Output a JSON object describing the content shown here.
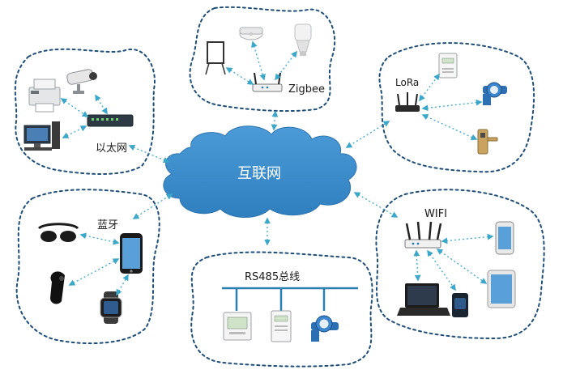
{
  "center": {
    "label": "互联网"
  },
  "groups": {
    "ethernet": {
      "label": "以太网"
    },
    "zigbee": {
      "label": "Zigbee"
    },
    "lora": {
      "label": "LoRa"
    },
    "bluetooth": {
      "label": "蓝牙"
    },
    "rs485": {
      "label": "RS485总线"
    },
    "wifi": {
      "label": "WIFI"
    }
  },
  "colors": {
    "cloud": "#3f8fcf",
    "cloud_edge": "#2f76b1",
    "outline": "#1f4e79",
    "link": "#3ba7c9"
  },
  "icons": {
    "ethernet": [
      "printer-icon",
      "camera-icon",
      "desktop-computer-icon",
      "network-switch-icon"
    ],
    "zigbee": [
      "projection-screen-icon",
      "smoke-detector-icon",
      "smart-bulb-icon",
      "zigbee-router-icon"
    ],
    "lora": [
      "electric-meter-icon",
      "water-meter-icon",
      "door-lock-icon",
      "lora-router-icon"
    ],
    "bluetooth": [
      "smart-glasses-icon",
      "headset-icon",
      "smartwatch-icon",
      "smartphone-icon"
    ],
    "rs485": [
      "display-meter-icon",
      "electric-meter-icon",
      "water-meter-icon"
    ],
    "wifi": [
      "wifi-router-icon",
      "smartphone-icon",
      "laptop-icon",
      "speaker-icon",
      "tablet-icon"
    ]
  }
}
